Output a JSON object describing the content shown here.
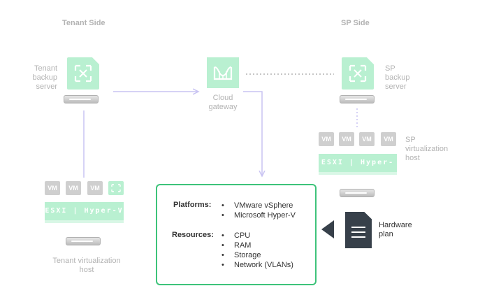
{
  "headers": {
    "tenant_side": "Tenant Side",
    "sp_side": "SP Side"
  },
  "tenant_backup": {
    "line1": "Tenant",
    "line2": "backup",
    "line3": "server"
  },
  "cloud_gateway": {
    "line1": "Cloud",
    "line2": "gateway"
  },
  "sp_backup": {
    "line1": "SP",
    "line2": "backup",
    "line3": "server"
  },
  "sp_host": {
    "vms": [
      "VM",
      "VM",
      "VM",
      "VM"
    ],
    "platform": "ESXI | Hyper-V",
    "line1": "SP",
    "line2": "virtualization",
    "line3": "host"
  },
  "tenant_host": {
    "vms": [
      "VM",
      "VM",
      "VM"
    ],
    "platform": "ESXI | Hyper-V",
    "line1": "Tenant virtualization",
    "line2": "host"
  },
  "plan": {
    "platforms_title": "Platforms:",
    "platforms": [
      "VMware vSphere",
      "Microsoft Hyper-V"
    ],
    "resources_title": "Resources:",
    "resources": [
      "CPU",
      "RAM",
      "Storage",
      "Network (VLANs)"
    ]
  },
  "hardware_plan": {
    "line1": "Hardware",
    "line2": "plan"
  },
  "colors": {
    "icon_green": "#b9f0d1",
    "panel_border": "#3dc37a",
    "arrow_purple": "#c9c4f2",
    "dark_doc": "#37404a"
  }
}
